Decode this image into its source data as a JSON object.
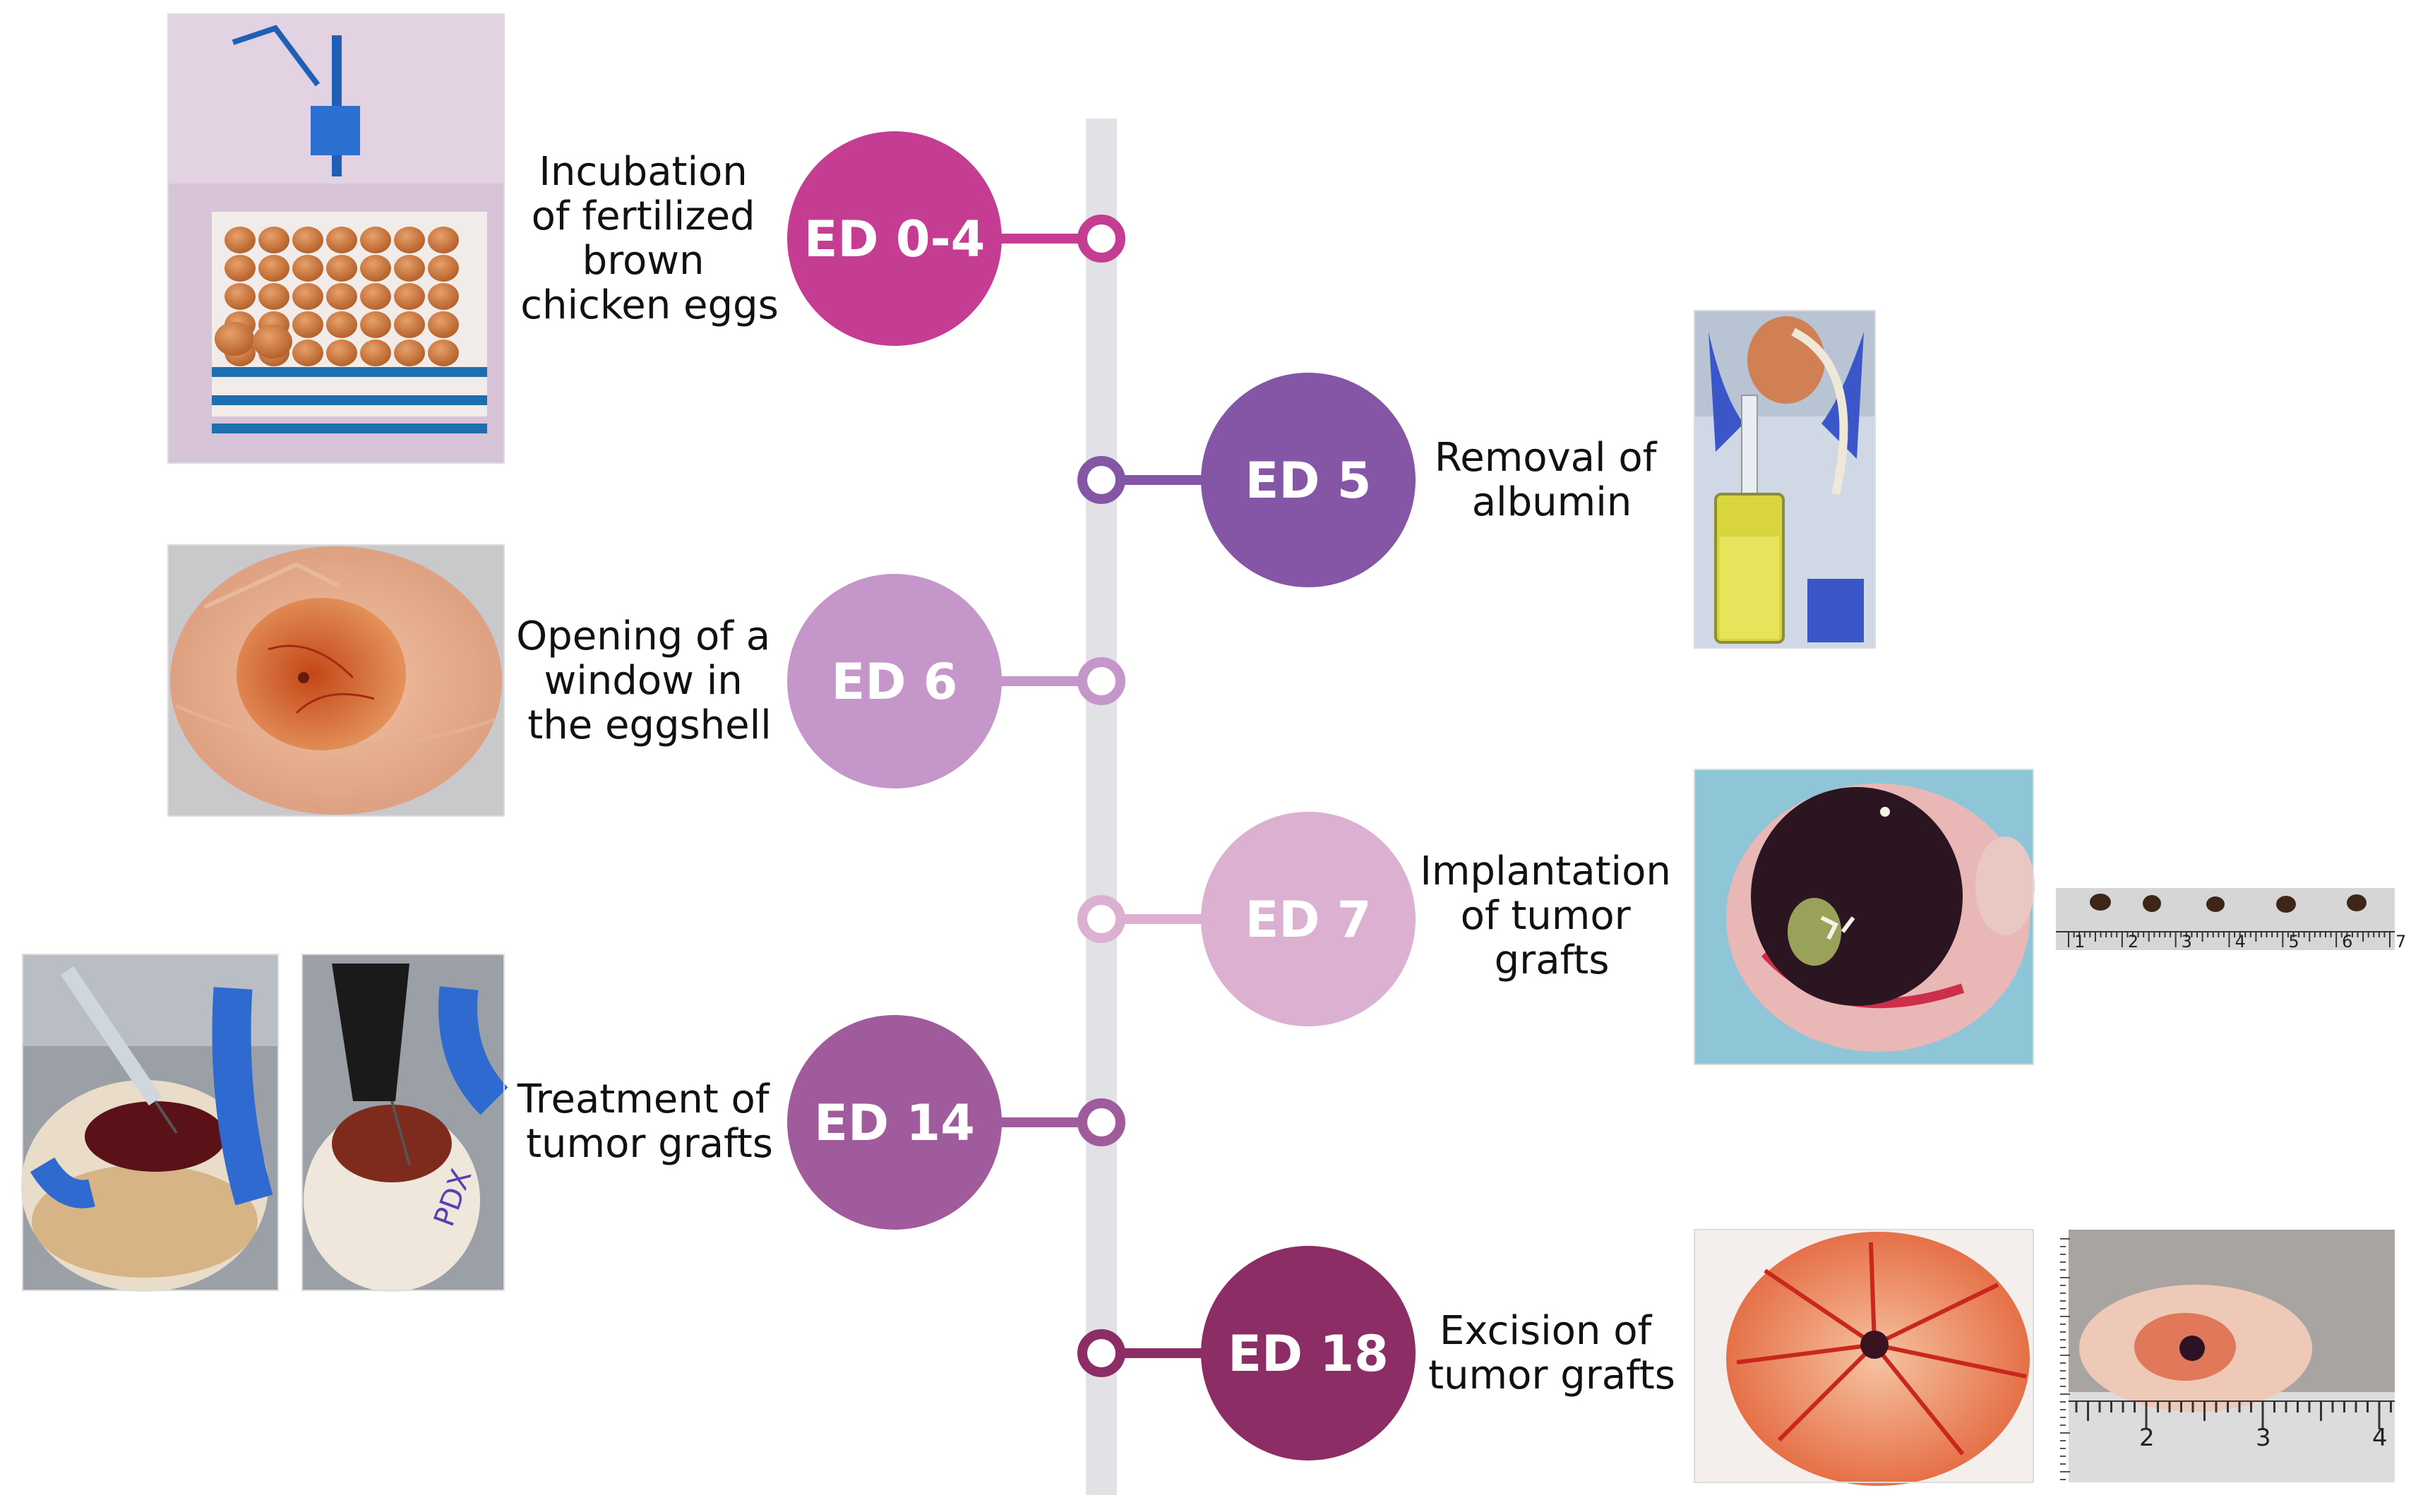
{
  "colors": {
    "timeline_bar": "#e2e2e6",
    "ed_0_4": "#c43d92",
    "ed_5": "#8456a5",
    "ed_6": "#c596c9",
    "ed_7": "#dbb0d0",
    "ed_14": "#a05b9c",
    "ed_18": "#8d2d66"
  },
  "steps": [
    {
      "id": "ed-0-4",
      "badge": "ED 0-4",
      "lines": [
        "Incubation",
        "of fertilized",
        "brown",
        "chicken eggs"
      ],
      "photo": "incubator-with-brown-eggs"
    },
    {
      "id": "ed-5",
      "badge": "ED 5",
      "lines": [
        "Removal of",
        "albumin"
      ],
      "photo": "syringe-removing-albumin"
    },
    {
      "id": "ed-6",
      "badge": "ED 6",
      "lines": [
        "Opening of a",
        "window in",
        "the eggshell"
      ],
      "photo": "eggshell-window"
    },
    {
      "id": "ed-7",
      "badge": "ED 7",
      "lines": [
        "Implantation",
        "of tumor",
        "grafts"
      ],
      "photo": "tumor-eye-and-grafts-on-ruler"
    },
    {
      "id": "ed-14",
      "badge": "ED 14",
      "lines": [
        "Treatment of",
        "tumor grafts"
      ],
      "photo": "treatment-injection"
    },
    {
      "id": "ed-18",
      "badge": "ED 18",
      "lines": [
        "Excision of",
        "tumor grafts"
      ],
      "photo": "excised-cam-and-graft"
    }
  ],
  "ruler_labels": {
    "ed_7": [
      "1",
      "2",
      "3",
      "4",
      "5",
      "6",
      "7"
    ],
    "ed_18": [
      "2",
      "3",
      "4"
    ]
  },
  "label_ppx": "PDX"
}
